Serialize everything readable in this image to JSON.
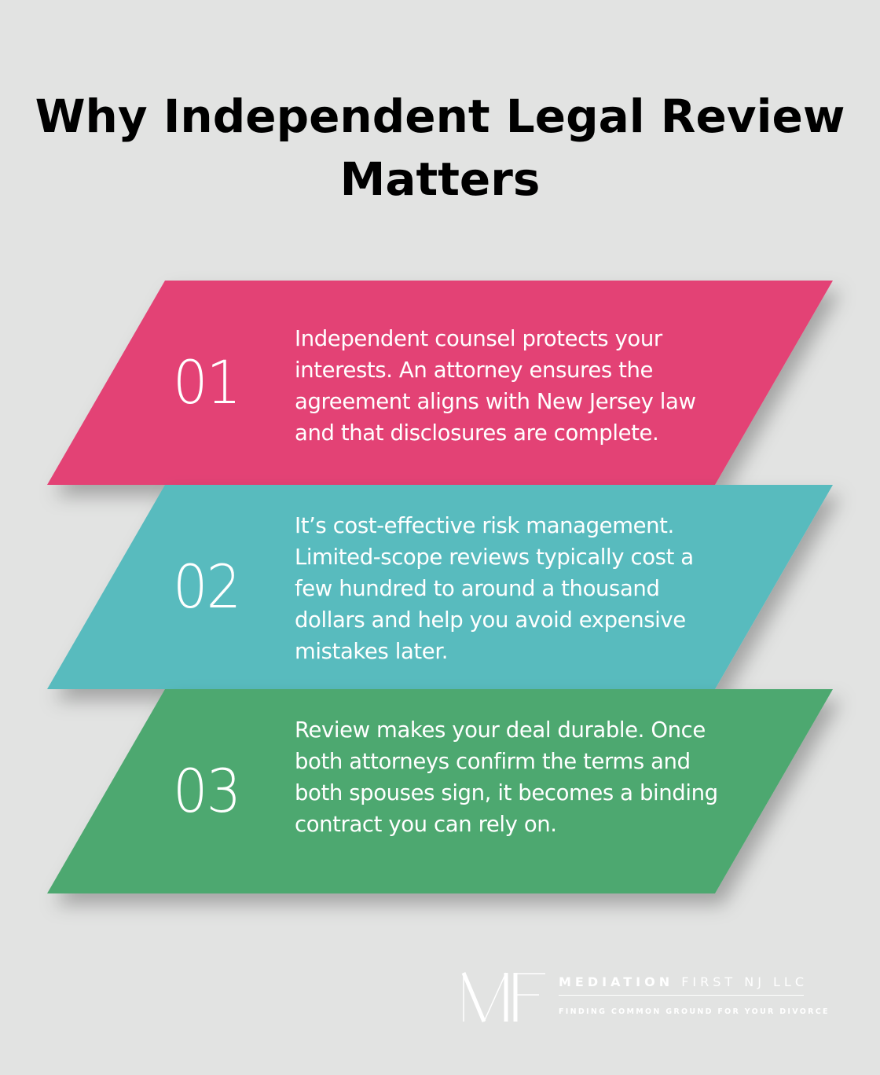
{
  "title": "Why Independent Legal Review Matters",
  "cards": [
    {
      "number": "01",
      "text": "Independent counsel protects your interests. An attorney ensures the agreement aligns with New Jersey law and that disclosures are complete.",
      "color": "#e34274"
    },
    {
      "number": "02",
      "text": "It’s cost-effective risk management. Limited-scope reviews typically cost a few hundred to around a thousand dollars and help you avoid expensive mistakes later.",
      "color": "#58bbbe"
    },
    {
      "number": "03",
      "text": "Review makes your deal durable. Once both attorneys confirm the terms and both spouses sign, it becomes a binding contract you can rely on.",
      "color": "#4da86f"
    }
  ],
  "logo": {
    "monogram": "MF",
    "name_bold": "MEDIATION",
    "name_rest": "FIRST NJ LLC",
    "tagline": "FINDING COMMON GROUND FOR YOUR DIVORCE"
  }
}
